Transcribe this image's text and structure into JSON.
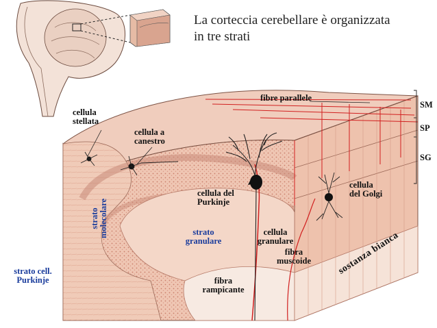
{
  "title": {
    "line1": "La corteccia cerebellare è organizzata",
    "line2": "in tre strati"
  },
  "labels": {
    "fibre_parallele": "fibre parallele",
    "cellula_stellata_1": "cellula",
    "cellula_stellata_2": "stellata",
    "cellula_canestro_1": "cellula a",
    "cellula_canestro_2": "canestro",
    "cellula_purkinje_1": "cellula del",
    "cellula_purkinje_2": "Purkinje",
    "cellula_golgi_1": "cellula",
    "cellula_golgi_2": "del Golgi",
    "strato_molecolare_1": "strato",
    "strato_molecolare_2": "molecolare",
    "strato_granulare_1": "strato",
    "strato_granulare_2": "granulare",
    "cellula_granulare_1": "cellula",
    "cellula_granulare_2": "granulare",
    "fibra_muscoide_1": "fibra",
    "fibra_muscoide_2": "muscoide",
    "sostanza_bianca": "sostanza bianca",
    "strato_purkinje_1": "strato cell.",
    "strato_purkinje_2": "Purkinje",
    "fibra_rampicante_1": "fibra",
    "fibra_rampicante_2": "rampicante"
  },
  "layers": {
    "sm": "SM",
    "sp": "SP",
    "sg": "SG"
  },
  "colors": {
    "tissue": "#e9b9a3",
    "tissue_dark": "#c98a78",
    "tissue_light": "#f2d4c4",
    "fiber_red": "#d11f1f",
    "label_blue": "#1a3c9c"
  }
}
